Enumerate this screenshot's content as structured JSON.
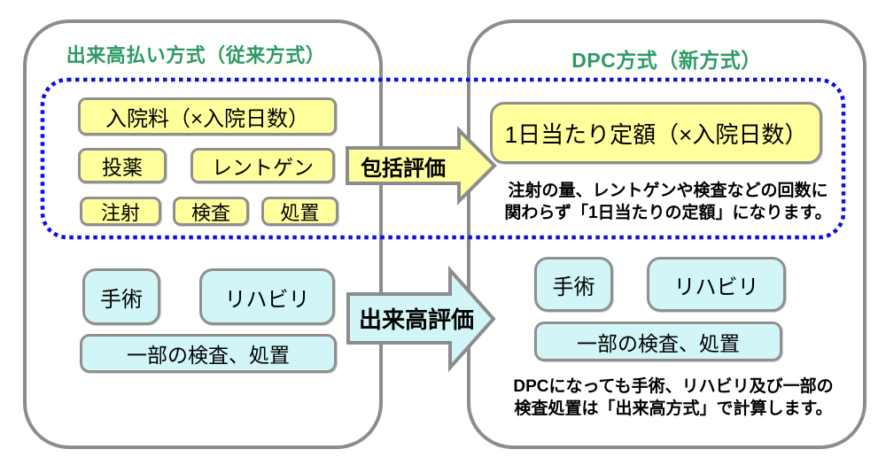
{
  "left_panel": {
    "title": "出来高払い方式（従来方式）",
    "bundled_boxes": {
      "nyuin": "入院料（×入院日数）",
      "toyaku": "投薬",
      "xray": "レントゲン",
      "chusha": "注射",
      "kensa": "検査",
      "shochi": "処置"
    },
    "fee_boxes": {
      "shujutsu": "手術",
      "rehab": "リハビリ",
      "ichibu": "一部の検査、処置"
    }
  },
  "right_panel": {
    "title": "DPC方式（新方式）",
    "bundled_box": "1日当たり定額（×入院日数）",
    "bundled_note": [
      "注射の量、レントゲンや検査などの回数に",
      "関わらず「1日当たりの定額」になります。"
    ],
    "fee_boxes": {
      "shujutsu": "手術",
      "rehab": "リハビリ",
      "ichibu": "一部の検査、処置"
    },
    "fee_note": [
      "DPCになっても手術、リハビリ及び一部の",
      "検査処置は「出来高方式」で計算します。"
    ]
  },
  "arrows": {
    "bundled_label": "包括評価",
    "fee_label": "出来高評価"
  },
  "colors": {
    "panel_border": "#8c8c8c",
    "bundled_fill": "#ffff9c",
    "fee_fill": "#d2f6f8",
    "title_green": "#2e9b63",
    "dotted_blue": "#0f0fe0"
  }
}
